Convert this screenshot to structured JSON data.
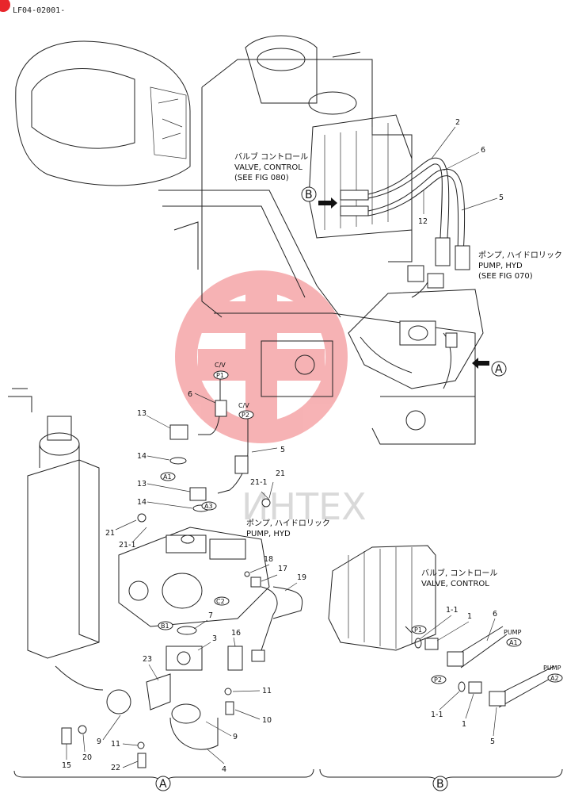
{
  "header": {
    "doc_code": "LF04-02001-"
  },
  "watermark": {
    "text": "ИНТЕХ",
    "color": "#e8262b"
  },
  "callouts": {
    "valve_control_jp": "バルブ コントロール",
    "valve_control_en": "VALVE, CONTROL",
    "see_fig_080": "(SEE FIG 080)",
    "pump_hyd_jp": "ポンプ, ハイドロリック",
    "pump_hyd_en": "PUMP, HYD",
    "see_fig_070": "(SEE FIG 070)",
    "pump_hyd_jp_2": "ポンプ, ハイドロリック",
    "pump_hyd_en_2": "PUMP, HYD",
    "valve_control_jp_2": "バルブ, コントロール",
    "valve_control_en_2": "VALVE, CONTROL",
    "view_b": "B",
    "view_a": "A",
    "cv_1": "C/V",
    "cv_2": "C/V",
    "pump_1": "PUMP",
    "pump_2": "PUMP"
  },
  "port_tags": {
    "p1": "P1",
    "p2": "P2",
    "a1": "A1",
    "a3": "A3",
    "c2": "C2",
    "b1": "B1",
    "p1b": "P1",
    "a1b": "A1",
    "p2b": "P2",
    "a2b": "A2"
  },
  "part_numbers": {
    "n2": "2",
    "n6": "6",
    "n5": "5",
    "n12": "12",
    "n13a": "13",
    "n14a": "14",
    "n6b": "6",
    "n5b": "5",
    "n13b": "13",
    "n14b": "14",
    "n21a": "21-1",
    "n21b": "21",
    "n21c": "21",
    "n21d": "21-1",
    "n18": "18",
    "n17": "17",
    "n19": "19",
    "n7": "7",
    "n3": "3",
    "n16": "16",
    "n23": "23",
    "n11a": "11",
    "n10": "10",
    "n9a": "9",
    "n9b": "9",
    "n11b": "11",
    "n15": "15",
    "n20": "20",
    "n22": "22",
    "n4": "4",
    "n1_1a": "1-1",
    "n1a": "1",
    "n6c": "6",
    "n1_1b": "1-1",
    "n1b": "1",
    "n5c": "5"
  },
  "section_labels": {
    "a": "A",
    "b": "B"
  }
}
